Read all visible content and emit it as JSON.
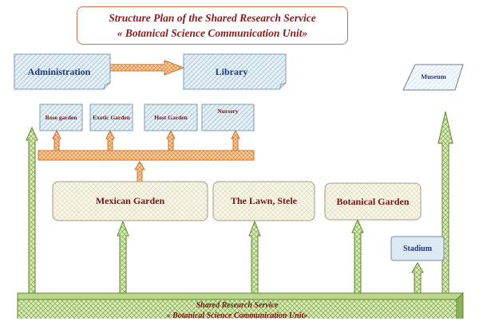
{
  "title": {
    "line1": "Structure Plan of the Shared Research Service",
    "line2": "« Botanical Science Communication Unit»"
  },
  "nodes": {
    "administration": "Administration",
    "library": "Library",
    "museum": "Museum",
    "rose_garden": "Rose garden",
    "exotic_garden": "Exotic Garden",
    "host_garden": "Host Garden",
    "nursery": "Nursery",
    "mexican_garden": "Mexican Garden",
    "lawn_stele": "The Lawn, Stele",
    "botanical_garden": "Botanical Garden",
    "stadium": "Stadium"
  },
  "base": {
    "line1": "Shared Research Service",
    "line2": "« Botanical Science Communication Unit»"
  },
  "colors": {
    "title_text": "#8b1a1a",
    "title_border": "#c9714a",
    "blue_text": "#1f3a7a",
    "garden_text": "#7a1414",
    "orange_arrow": "#f4a35a",
    "green_arrow": "#a8c878",
    "green_dark": "#5e8a2e"
  }
}
